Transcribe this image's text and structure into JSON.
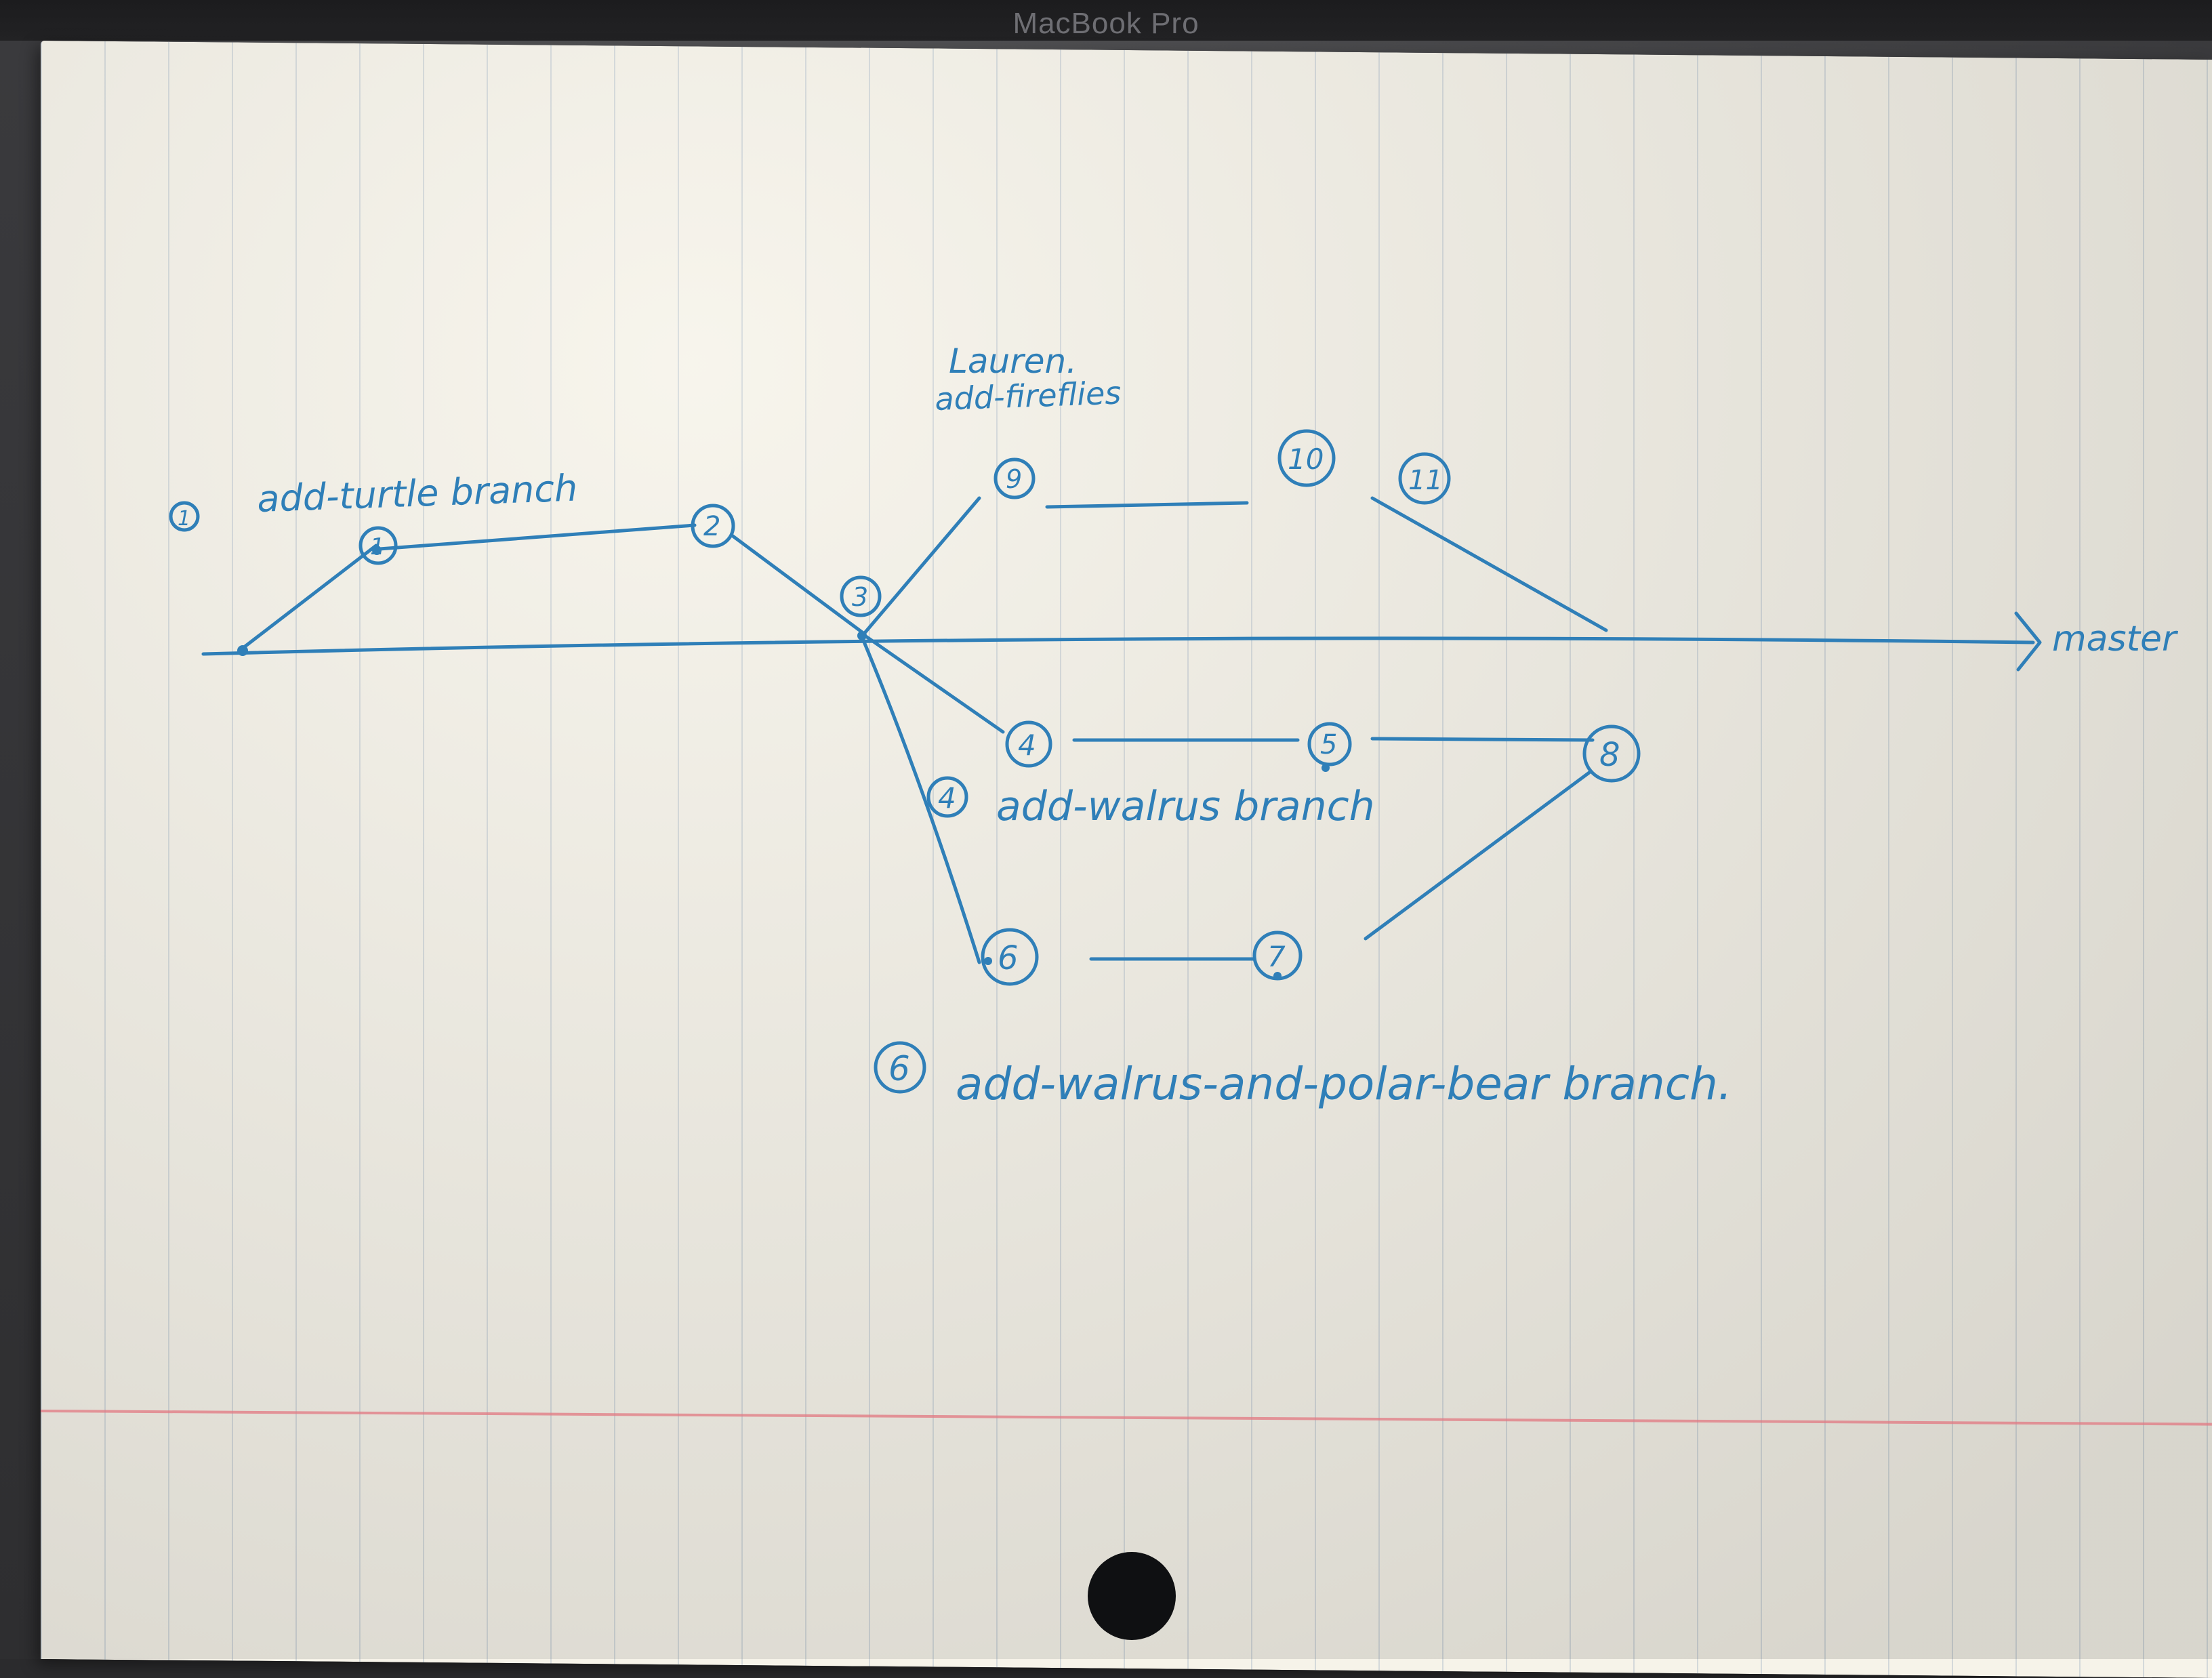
{
  "device": {
    "bezel_label": "MacBook Pro"
  },
  "colors": {
    "ink": "#2f7fb8",
    "paper": "#f6f3e9",
    "margin_line": "#e27882"
  },
  "diagram": {
    "trunk_label": "master",
    "branches": {
      "turtle": {
        "marker": "1",
        "label": "add-turtle branch"
      },
      "fireflies": {
        "owner": "Lauren.",
        "label": "add-fireflies"
      },
      "walrus": {
        "marker": "4",
        "label": "add-walrus branch"
      },
      "polar": {
        "marker": "6",
        "label": "add-walrus-and-polar-bear branch."
      }
    },
    "commits": {
      "c1": "1",
      "c2": "2",
      "c3": "3",
      "c4": "4",
      "c5": "5",
      "c6": "6",
      "c7": "7",
      "c8": "8",
      "c9": "9",
      "c10": "10",
      "c11": "11"
    }
  }
}
